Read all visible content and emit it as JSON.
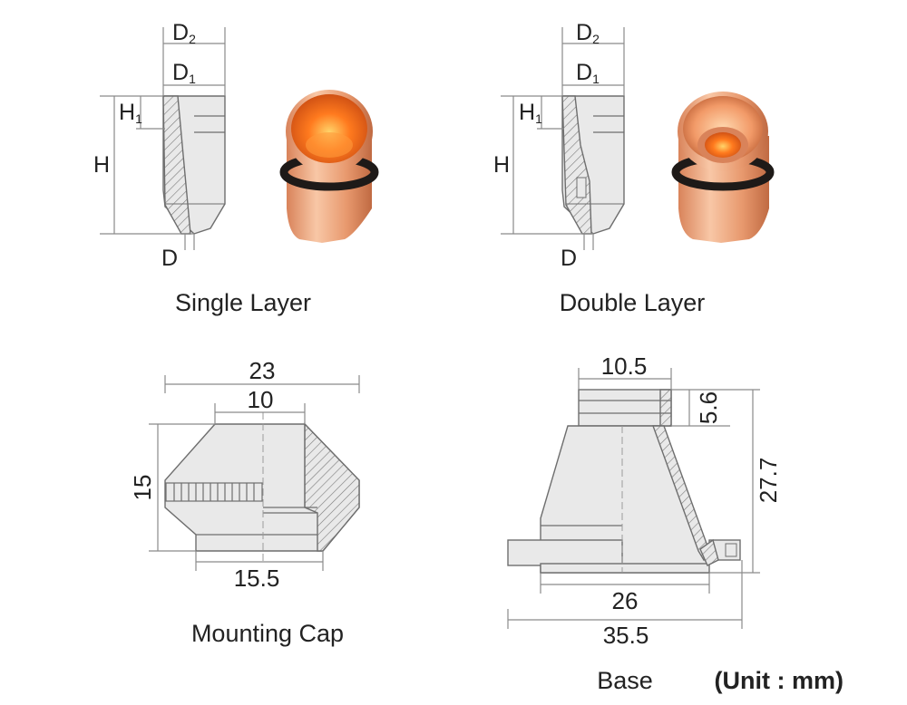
{
  "colors": {
    "copper_light": "#f6b58a",
    "copper_mid": "#e0865a",
    "copper_dark": "#b8532a",
    "copper_inner": "#ff6a1a",
    "oring": "#1e1a18",
    "part_fill": "#e9e9e9",
    "part_line": "#6e6e6e",
    "dim_line": "#8a8a8a"
  },
  "single_layer": {
    "caption": "Single Layer",
    "labels": {
      "d2": "D",
      "d2_sub": "2",
      "d1": "D",
      "d1_sub": "1",
      "h1": "H",
      "h1_sub": "1",
      "h": "H",
      "d": "D"
    }
  },
  "double_layer": {
    "caption": "Double Layer",
    "labels": {
      "d2": "D",
      "d2_sub": "2",
      "d1": "D",
      "d1_sub": "1",
      "h1": "H",
      "h1_sub": "1",
      "h": "H",
      "d": "D"
    }
  },
  "mounting_cap": {
    "caption": "Mounting Cap",
    "dims": {
      "top_outer": "23",
      "top_inner": "10",
      "height": "15",
      "bottom": "15.5"
    }
  },
  "base": {
    "caption": "Base",
    "dims": {
      "top": "10.5",
      "neck": "5.6",
      "height": "27.7",
      "body": "26",
      "overall": "35.5"
    }
  },
  "unit_note": "(Unit : mm)"
}
